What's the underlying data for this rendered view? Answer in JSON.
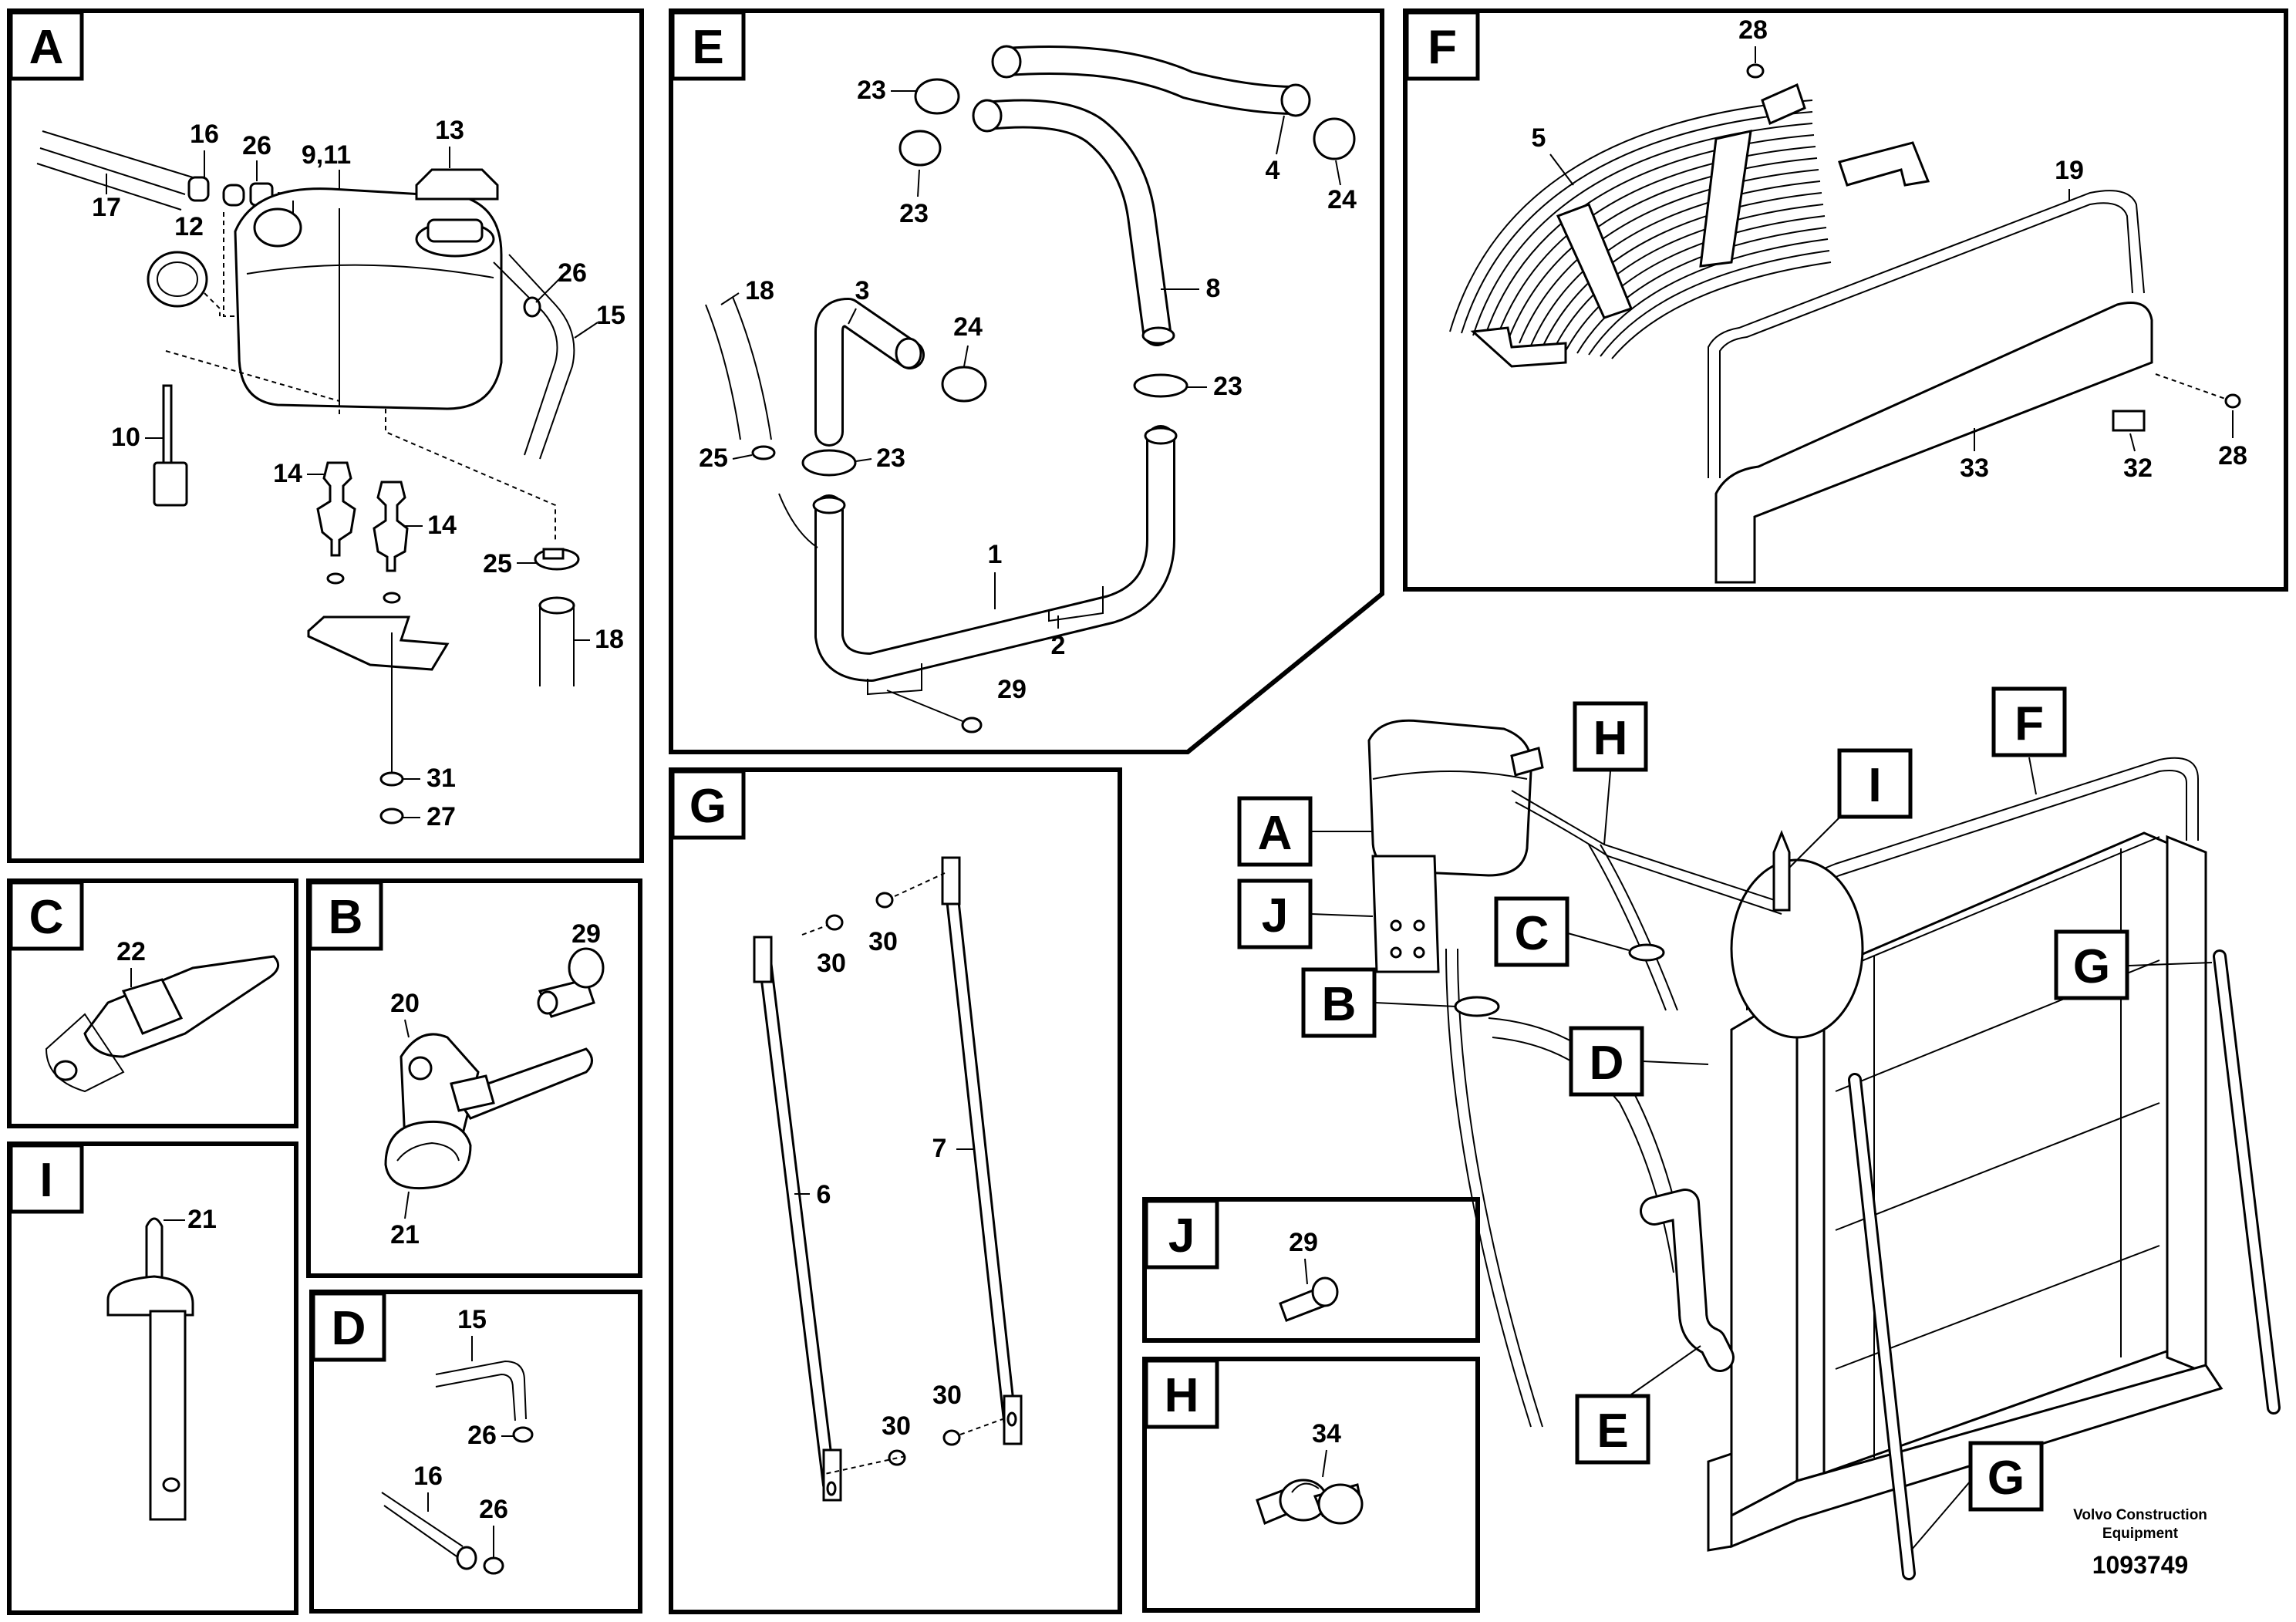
{
  "panels": [
    {
      "id": "A",
      "letter": "A"
    },
    {
      "id": "E",
      "letter": "E"
    },
    {
      "id": "F",
      "letter": "F"
    },
    {
      "id": "C",
      "letter": "C"
    },
    {
      "id": "B",
      "letter": "B"
    },
    {
      "id": "I",
      "letter": "I"
    },
    {
      "id": "D",
      "letter": "D"
    },
    {
      "id": "G",
      "letter": "G"
    },
    {
      "id": "J",
      "letter": "J"
    },
    {
      "id": "H",
      "letter": "H"
    }
  ],
  "labels": {
    "a_16": "16",
    "a_26": "26",
    "a_9_11": "9,11",
    "a_13": "13",
    "a_17": "17",
    "a_12": "12",
    "a_26b": "26",
    "a_15": "15",
    "a_10": "10",
    "a_14a": "14",
    "a_14b": "14",
    "a_25": "25",
    "a_18": "18",
    "a_31": "31",
    "a_27": "27",
    "e_23a": "23",
    "e_23b": "23",
    "e_4": "4",
    "e_24a": "24",
    "e_18": "18",
    "e_3": "3",
    "e_8": "8",
    "e_24b": "24",
    "e_23c": "23",
    "e_25": "25",
    "e_23d": "23",
    "e_1": "1",
    "e_2": "2",
    "e_29": "29",
    "f_28a": "28",
    "f_5": "5",
    "f_19": "19",
    "f_33": "33",
    "f_32": "32",
    "f_28b": "28",
    "c_22": "22",
    "b_29": "29",
    "b_20": "20",
    "b_21": "21",
    "i_21": "21",
    "d_15": "15",
    "d_26a": "26",
    "d_16": "16",
    "d_26b": "26",
    "g_30a": "30",
    "g_30b": "30",
    "g_6": "6",
    "g_7": "7",
    "g_30c": "30",
    "g_30d": "30",
    "j_29": "29",
    "h_34": "34"
  },
  "callouts": {
    "H": "H",
    "F": "F",
    "I": "I",
    "A": "A",
    "J": "J",
    "C": "C",
    "G1": "G",
    "B": "B",
    "D": "D",
    "E": "E",
    "G2": "G"
  },
  "credit": {
    "line1": "Volvo Construction",
    "line2": "Equipment"
  },
  "drawing_number": "1093749"
}
